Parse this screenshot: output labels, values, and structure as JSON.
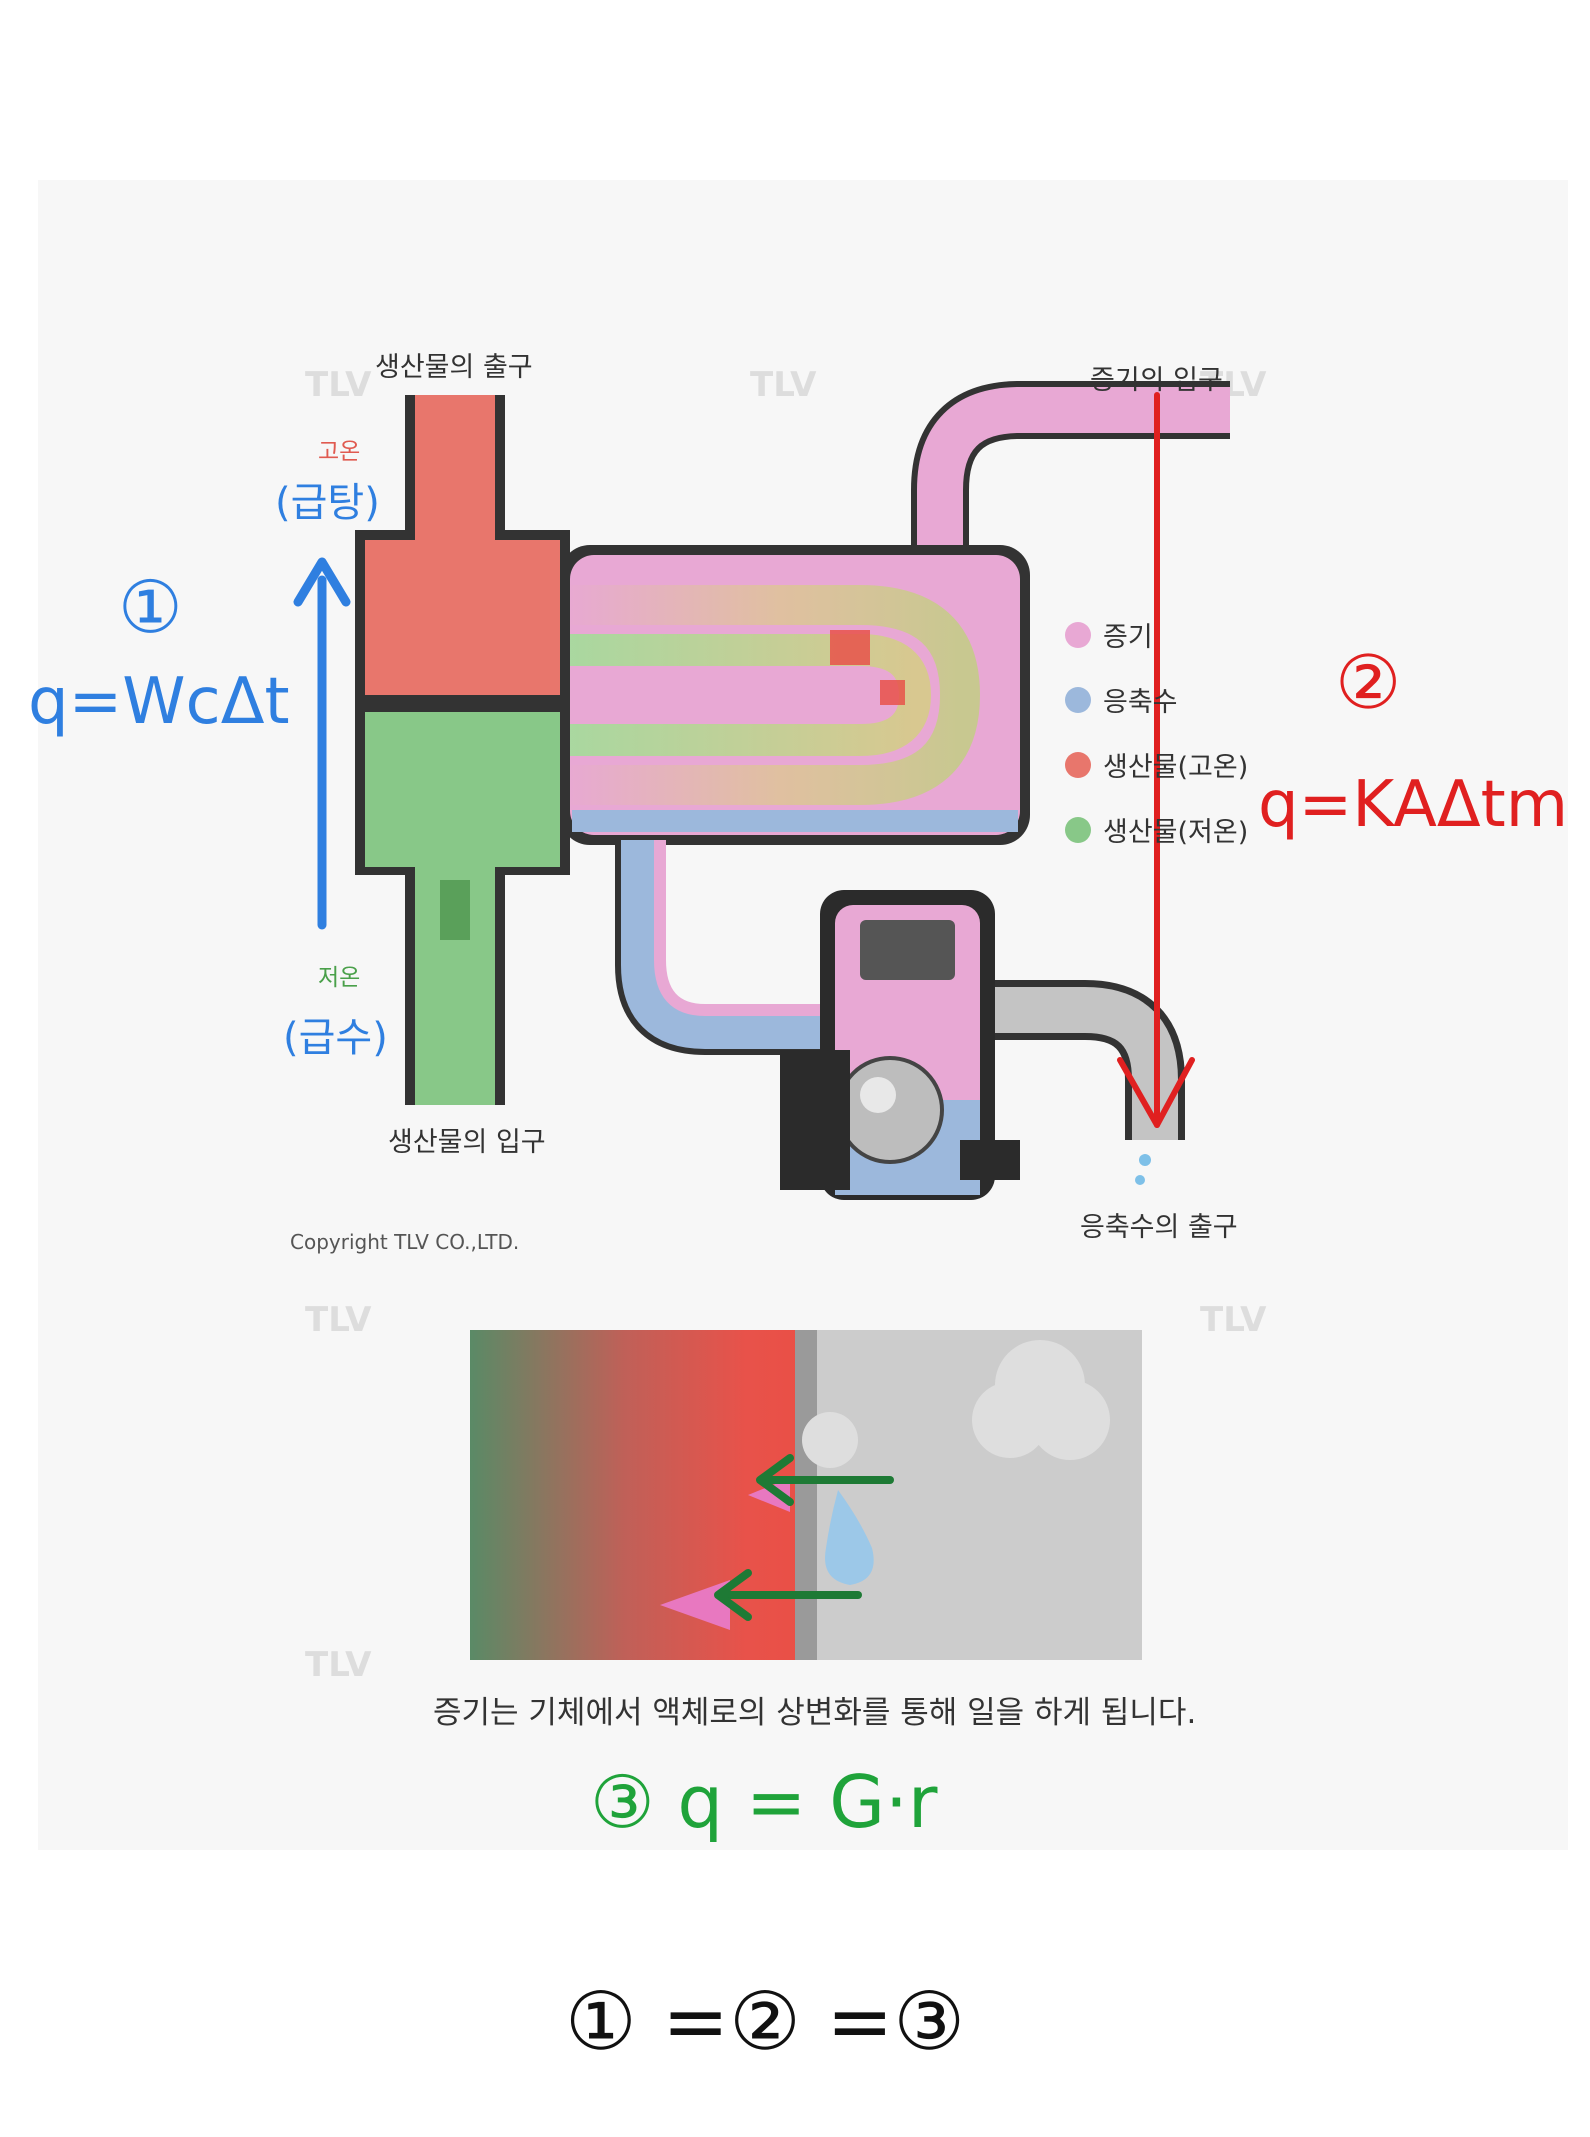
{
  "labels": {
    "product_outlet": "생산물의 출구",
    "product_inlet": "생산물의 입구",
    "steam_inlet": "증기의 입구",
    "condensate_outlet": "응축수의 출구",
    "high_temp": "고온",
    "low_temp": "저온",
    "copyright": "Copyright TLV CO.,LTD.",
    "watermark": "TLV",
    "caption": "증기는 기체에서 액체로의 상변화를 통해 일을 하게 됩니다."
  },
  "legend": [
    {
      "label": "증기",
      "color": "#e8a8d4"
    },
    {
      "label": "응축수",
      "color": "#9cb8dc"
    },
    {
      "label": "생산물(고온)",
      "color": "#e8766c"
    },
    {
      "label": "생산물(저온)",
      "color": "#88c888"
    }
  ],
  "annotations": {
    "one_mark": "①",
    "one_hot": "(급탕)",
    "one_cold": "(급수)",
    "one_formula": "q=WcΔt",
    "two_mark": "②",
    "two_formula": "q=KAΔtm",
    "three_line": "③ q = G·r",
    "equality": "① =② =③"
  },
  "colors": {
    "steam": "#e8a8d4",
    "condensate": "#9cb8dc",
    "product_hot": "#e8766c",
    "product_cold": "#88c888",
    "annotation_blue": "#2f7fe0",
    "annotation_red": "#e02020",
    "annotation_green": "#1fa33a"
  }
}
